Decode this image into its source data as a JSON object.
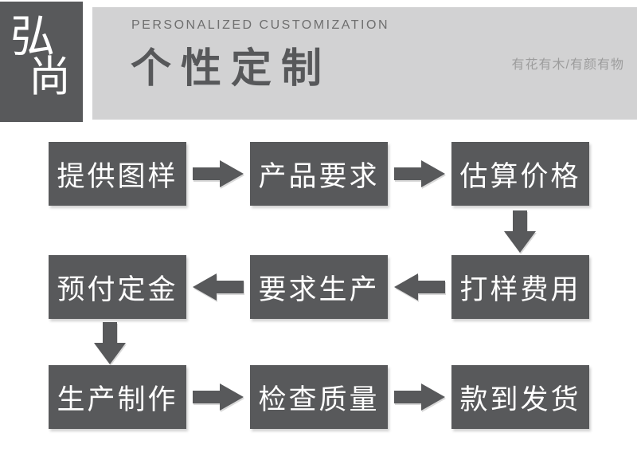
{
  "colors": {
    "box_fill": "#58595b",
    "banner_bg": "#d2d2d3",
    "box_text": "#ffffff",
    "title_text": "#57585a"
  },
  "header": {
    "logo": {
      "top_char": "弘",
      "bottom_char": "尚"
    },
    "eyebrow": "PERSONALIZED CUSTOMIZATION",
    "title": "个性定制",
    "tagline": "有花有木/有颜有物"
  },
  "flow": {
    "steps": [
      {
        "order": 1,
        "label": "提供图样"
      },
      {
        "order": 2,
        "label": "产品要求"
      },
      {
        "order": 3,
        "label": "估算价格"
      },
      {
        "order": 4,
        "label": "打样费用"
      },
      {
        "order": 5,
        "label": "要求生产"
      },
      {
        "order": 6,
        "label": "预付定金"
      },
      {
        "order": 7,
        "label": "生产制作"
      },
      {
        "order": 8,
        "label": "检查质量"
      },
      {
        "order": 9,
        "label": "款到发货"
      }
    ]
  }
}
